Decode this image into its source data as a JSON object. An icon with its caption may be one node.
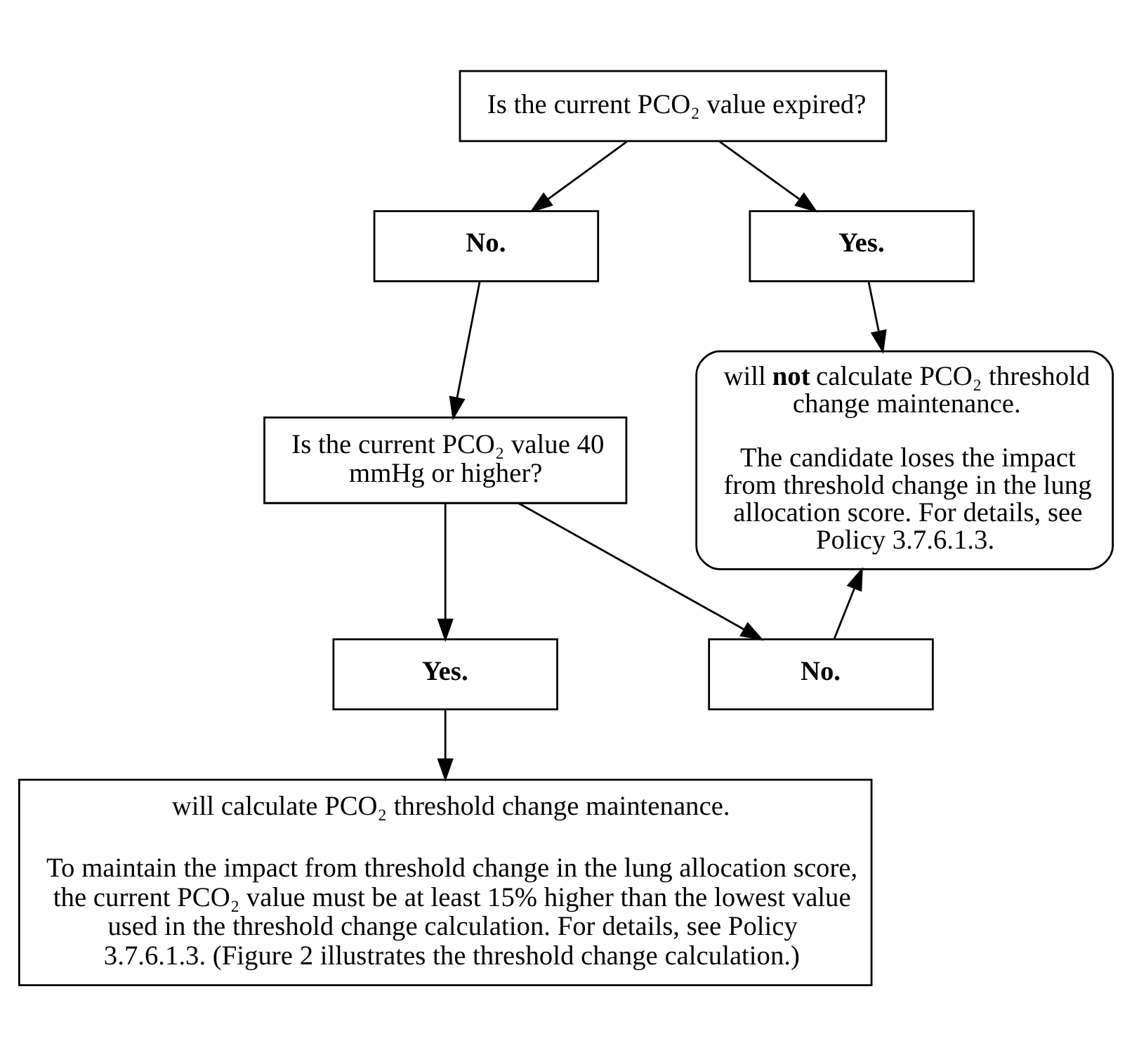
{
  "diagram": {
    "nodes": [
      {
        "text": [
          "Is the current PCO₂ value expired?"
        ]
      },
      {
        "text": [
          "No."
        ]
      },
      {
        "text": [
          "Yes."
        ]
      },
      {
        "text": [
          "Is the current PCO₂ value 40 mmHg or higher?"
        ]
      },
      {
        "text": [
          "will **not** calculate PCO₂ threshold change maintenance.",
          "The candidate loses the impact from threshold change in the lung allocation score. For details, see Policy 3.7.6.1.3."
        ]
      },
      {
        "text": [
          "Yes."
        ]
      },
      {
        "text": [
          "No."
        ]
      },
      {
        "text": [
          "will calculate PCO₂ threshold change maintenance.",
          "To maintain the impact from threshold change in the lung allocation score, the current PCO₂ value must be at least 15% higher than the lowest value used in the threshold change calculation. For details, see Policy 3.7.6.1.3. (Figure 2 illustrates the threshold change calculation.)"
        ]
      }
    ],
    "edges": [
      {
        "from": 0,
        "to": 1,
        "arrow": "to"
      },
      {
        "from": 0,
        "to": 2,
        "arrow": "to"
      },
      {
        "from": 1,
        "to": 3,
        "arrow": "to"
      },
      {
        "from": 2,
        "to": 4,
        "arrow": "to"
      },
      {
        "from": 3,
        "to": 5,
        "arrow": "to"
      },
      {
        "from": 3,
        "to": 6,
        "arrow": "to"
      },
      {
        "from": 6,
        "to": 4,
        "arrow": "to"
      },
      {
        "from": 5,
        "to": 7,
        "arrow": "to"
      }
    ]
  }
}
